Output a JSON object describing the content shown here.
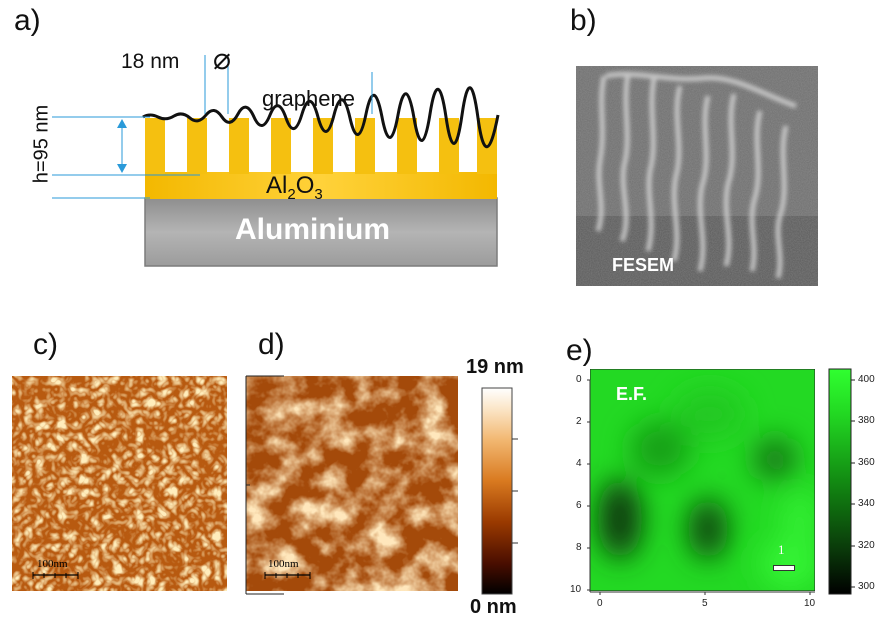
{
  "panels": {
    "a": {
      "letter": "a)",
      "pore_diameter": "18 nm",
      "diameter_symbol": "⌀",
      "height_label": "h=95 nm",
      "graphene_label": "graphene",
      "oxide_label": {
        "base": "Al",
        "sub1": "2",
        "mid": "O",
        "sub2": "3"
      },
      "substrate_label": "Aluminium",
      "colors": {
        "oxide": "#f5c010",
        "substrate": "#9a9a9a",
        "dim_line": "#2a9ad9"
      }
    },
    "b": {
      "letter": "b)",
      "label": "FESEM"
    },
    "c": {
      "letter": "c)",
      "scale_bar": "100nm"
    },
    "d": {
      "letter": "d)",
      "scale_bar": "100nm",
      "colorbar_max": "19 nm",
      "colorbar_min": "0 nm"
    },
    "e": {
      "letter": "e)",
      "map_label": "E.F.",
      "scale_marker": "1",
      "x_ticks": [
        "0",
        "5",
        "10"
      ],
      "y_ticks": [
        "0",
        "2",
        "4",
        "6",
        "8",
        "10"
      ],
      "colorbar_ticks": [
        "400",
        "380",
        "360",
        "340",
        "320",
        "300"
      ],
      "colors": {
        "bright": "#22ee22",
        "dark": "#021a02"
      }
    }
  }
}
